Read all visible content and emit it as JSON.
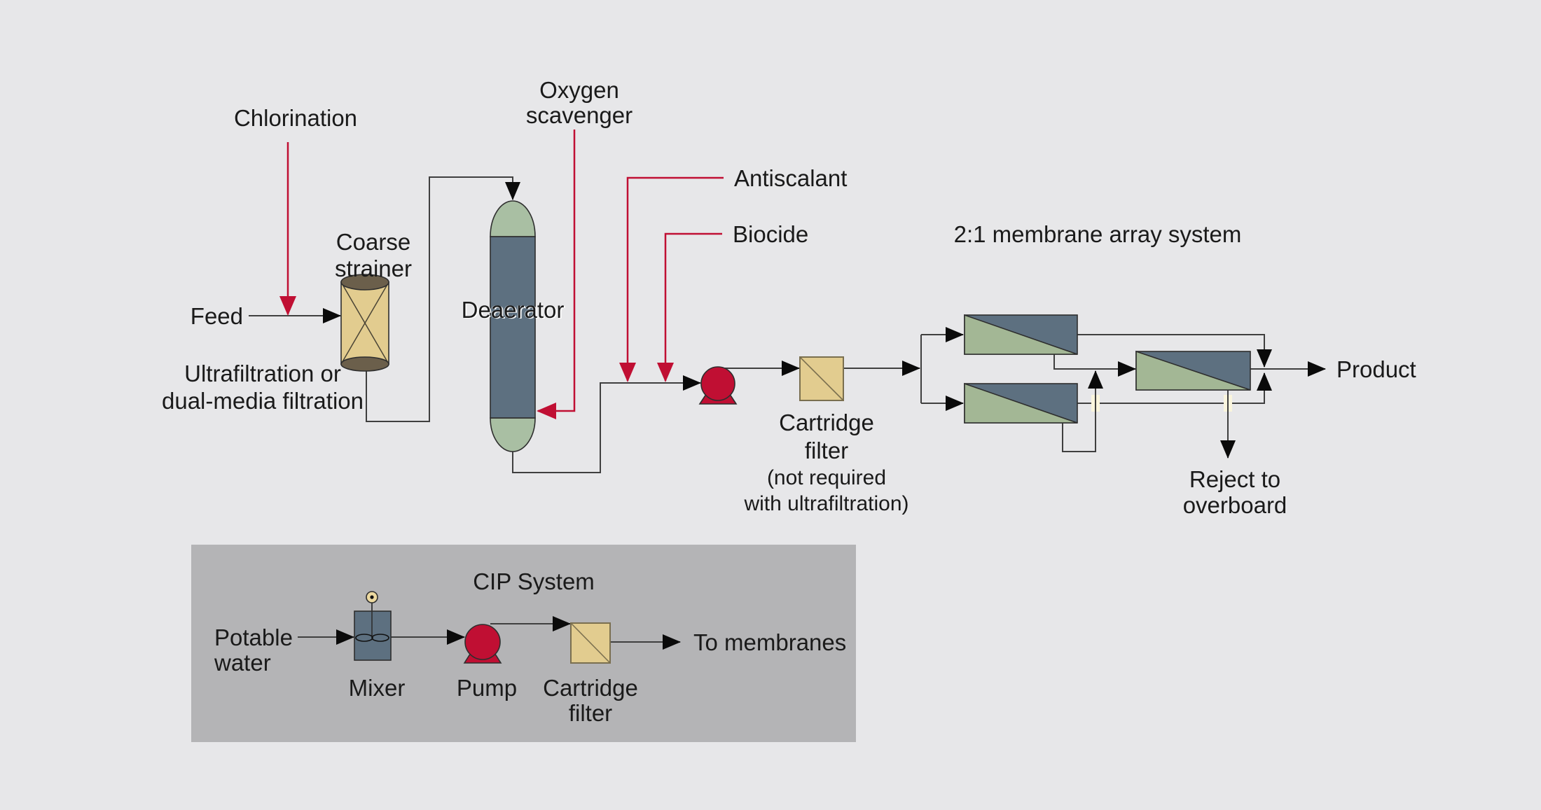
{
  "colors": {
    "background": "#e7e7e9",
    "cip_box": "#b4b4b6",
    "slate": "#5d7080",
    "vessel_green": "#a9bfa3",
    "membrane_green": "#a3b795",
    "tan": "#e2cc8f",
    "cap_brown": "#6b5f4b",
    "crimson": "#c00f33",
    "line": "#3f3f3f",
    "arrow_black": "#0a0a0a",
    "jump_marker": "#faf5dd",
    "motor_tan": "#ecd9a0"
  },
  "main": {
    "chlorination": "Chlorination",
    "feed": "Feed",
    "coarse_strainer": [
      "Coarse",
      "strainer"
    ],
    "filtration_note": [
      "Ultrafiltration or",
      "dual-media filtration"
    ],
    "deaerator": "Deaerator",
    "oxygen_scavenger": [
      "Oxygen",
      "scavenger"
    ],
    "antiscalant": "Antiscalant",
    "biocide": "Biocide",
    "cartridge_filter": [
      "Cartridge",
      "filter"
    ],
    "cartridge_filter_note": [
      "(not required",
      "with ultrafiltration)"
    ],
    "membrane_array_title": "2:1 membrane array system",
    "product": "Product",
    "reject": [
      "Reject to",
      "overboard"
    ]
  },
  "cip": {
    "title": "CIP System",
    "potable_water": [
      "Potable",
      "water"
    ],
    "mixer": "Mixer",
    "pump": "Pump",
    "cartridge_filter": [
      "Cartridge",
      "filter"
    ],
    "to_membranes": "To membranes"
  }
}
